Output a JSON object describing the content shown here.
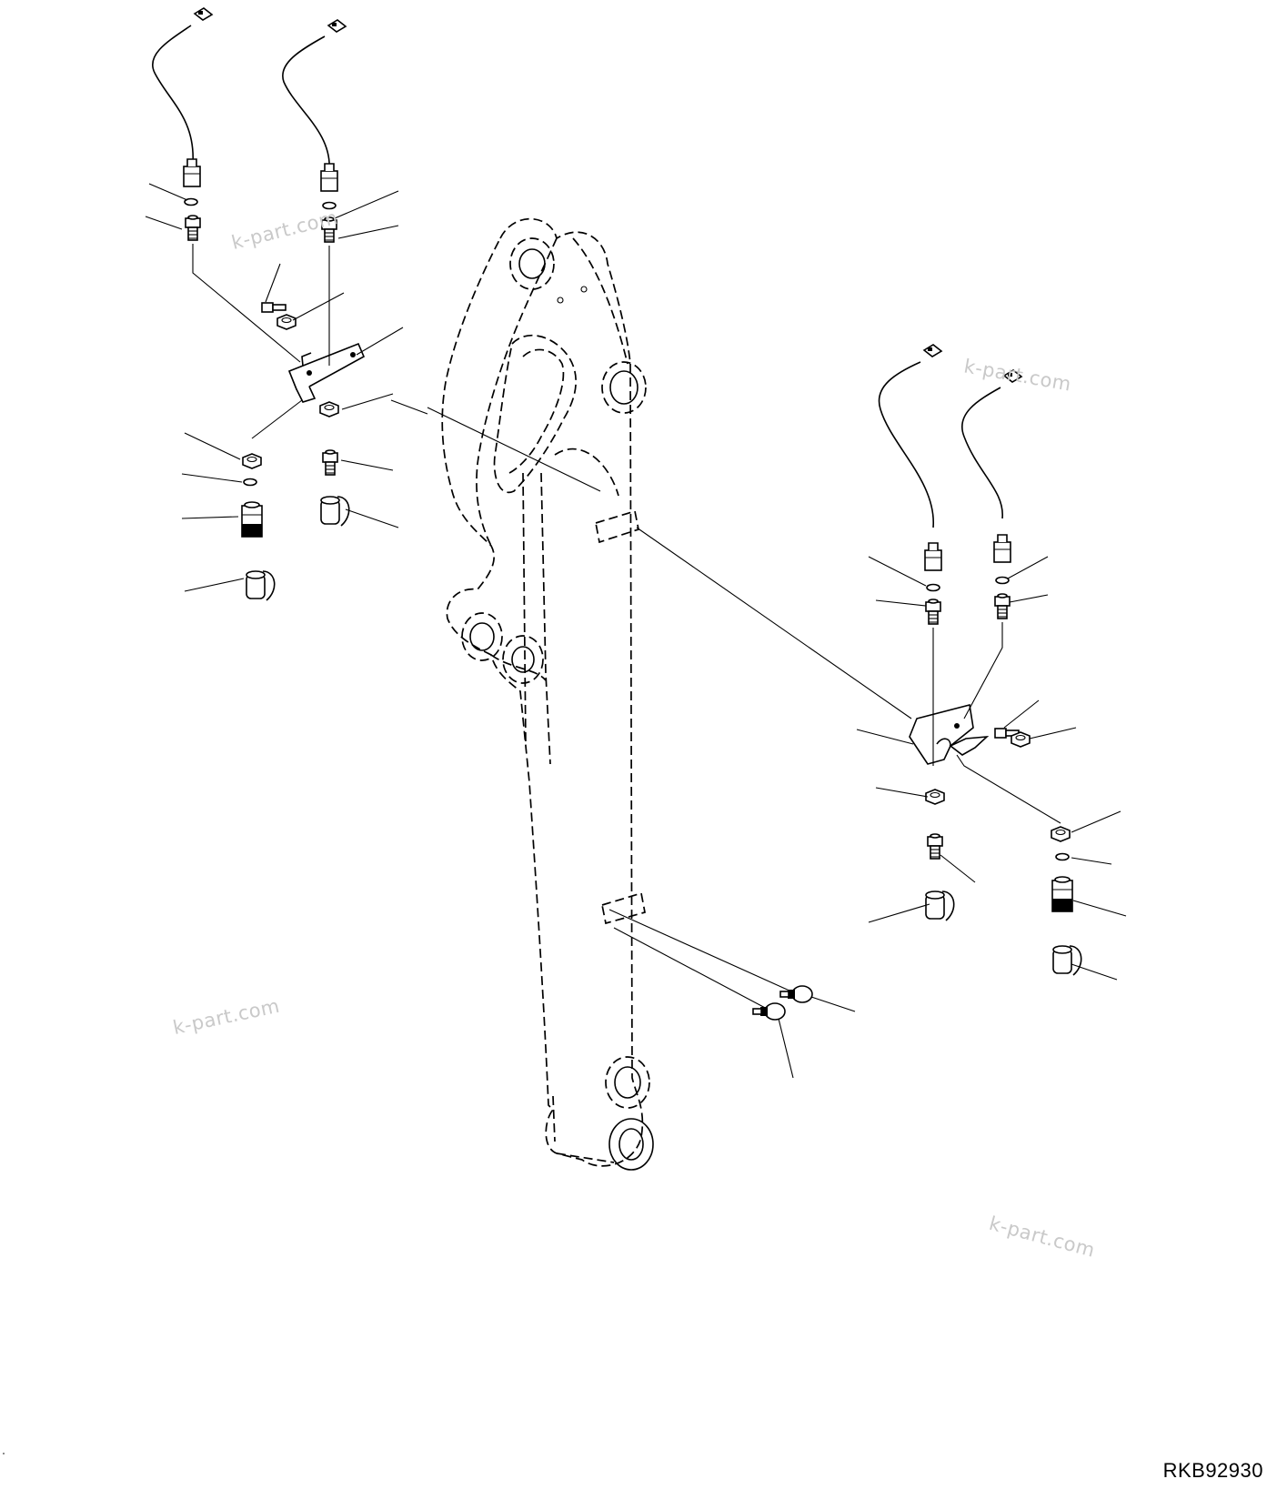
{
  "diagram": {
    "drawing_code": "RKB92930",
    "watermarks": [
      "k-part.com",
      "k-part.com",
      "k-part.com",
      "k-part.com"
    ]
  }
}
